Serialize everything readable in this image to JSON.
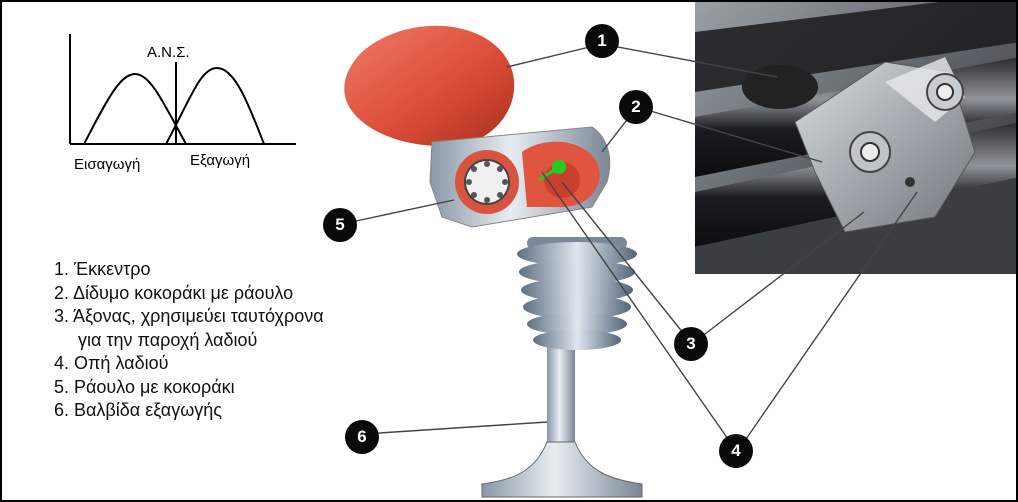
{
  "timing_diagram": {
    "tdc_label": "Α.Ν.Σ.",
    "intake_label": "Εισαγωγή",
    "exhaust_label": "Εξαγωγή"
  },
  "callouts": [
    "1",
    "2",
    "3",
    "4",
    "5",
    "6"
  ],
  "legend": [
    "1. Έκκεντρο",
    "2. Δίδυμο κοκοράκι με ράουλο",
    "3. Άξονας, χρησιμεύει ταυτόχρονα",
    "για την   παροχή λαδιού",
    "4. Οπή λαδιού",
    "5. Ράουλο με κοκοράκι",
    "6. Βαλβίδα εξαγωγής"
  ],
  "colors": {
    "cam_red": "#e0553f",
    "metal": "#c4ccd6",
    "callout_bg": "#0a0a0a",
    "oil_hole_green": "#22cc22"
  }
}
